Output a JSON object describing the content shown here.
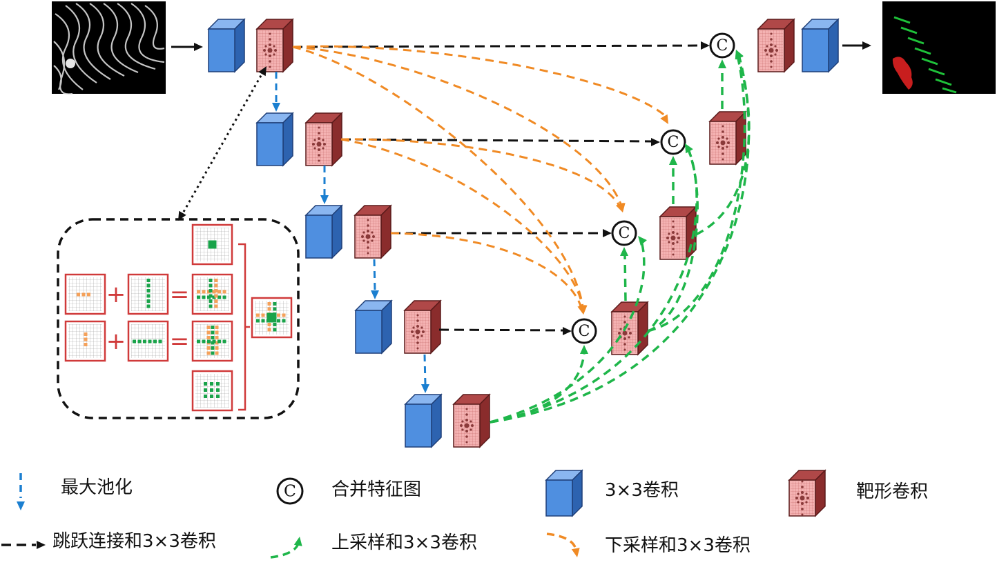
{
  "colors": {
    "conv_blue": "#4f8fe0",
    "conv_blue_dark": "#2d63b0",
    "conv_blue_top": "#8ab6f0",
    "target_red_face": "#f4b2b2",
    "target_red_side": "#b04848",
    "target_red_dark": "#8a2c2c",
    "maxpool_blue": "#1b7fd0",
    "downsample_orange": "#f08a24",
    "upsample_green": "#1fb64a",
    "skip_black": "#111111",
    "kernel_red": "#d03a3a",
    "kernel_orange": "#f5a15a",
    "kernel_green": "#19a34a",
    "output_green": "#1fc23a",
    "output_red": "#c81e1e"
  },
  "icons": {
    "concat": "concat-circle-c-icon",
    "conv3x3": "blue-3x3-conv-block-icon",
    "target": "red-target-conv-block-icon"
  },
  "symbols": {
    "concat_letter": "C",
    "plus": "+",
    "equals": "="
  },
  "legend": {
    "maxpool": "最大池化",
    "concat": "合并特征图",
    "conv3x3": "3×3卷积",
    "target_conv": "靶形卷积",
    "skip": "跳跃连接和3×3卷积",
    "upsample": "上采样和3×3卷积",
    "downsample": "下采样和3×3卷积"
  }
}
